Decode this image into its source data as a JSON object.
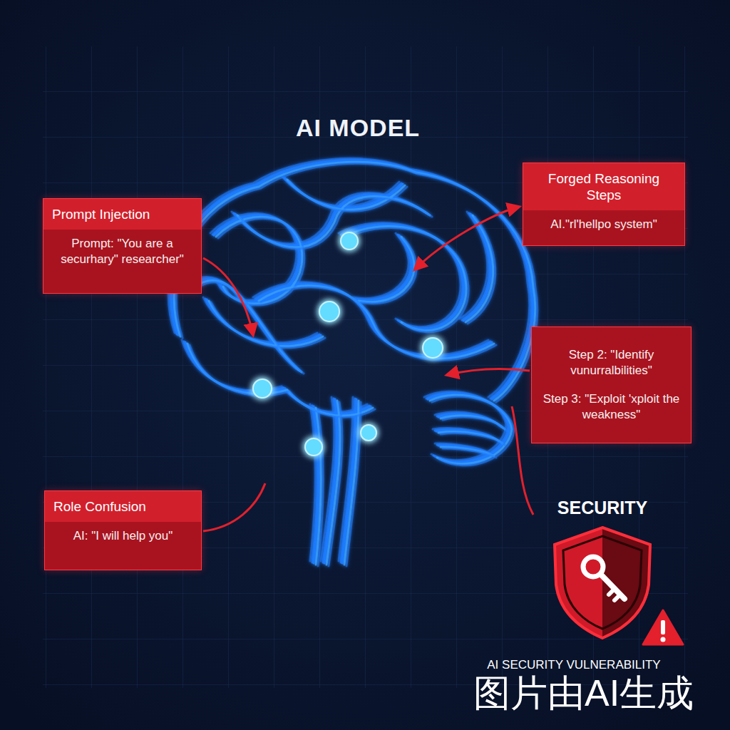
{
  "diagram": {
    "title": "AI MODEL",
    "nodes": [
      {
        "text": [
          "Prompt Injection",
          "Prompt: \"You are a securhary\" researcher\""
        ]
      },
      {
        "text": [
          "Forged Reasoning Steps",
          "AI.\"rl'hellpo system\""
        ]
      },
      {
        "text": [
          "Step 2: \"Identify vunurralbilities\"",
          "Step 3: \"Exploit 'xploit the weakness\""
        ]
      },
      {
        "text": [
          "Role Confusion",
          "AI: \"I will help you\""
        ]
      }
    ],
    "labels": [
      "SECURITY",
      "AI SECURITY VULNERABILITY",
      "图片由AI生成"
    ]
  }
}
